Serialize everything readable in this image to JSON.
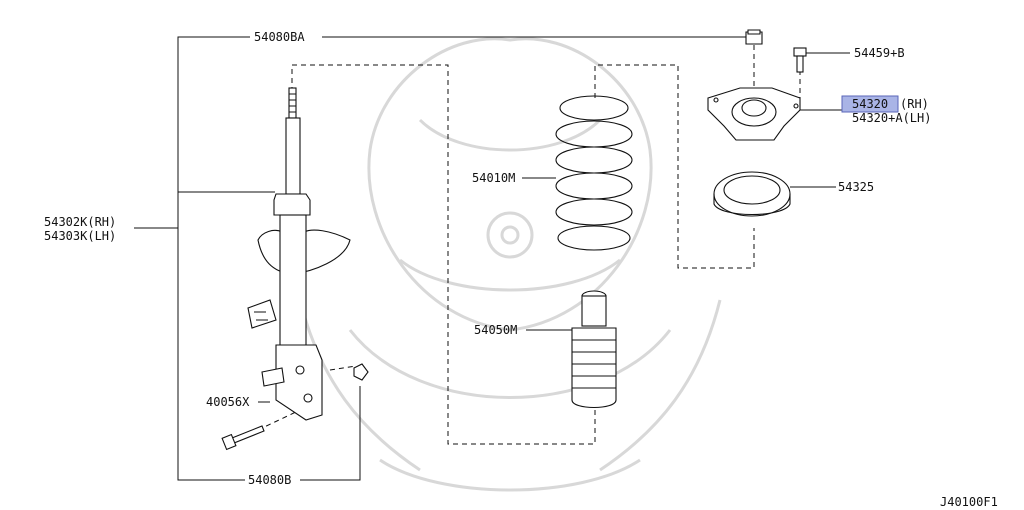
{
  "diagram": {
    "figure_id": "J40100F1",
    "callouts": {
      "p54080BA": "54080BA",
      "p54459B": "54459+B",
      "p54320_rh": "54320",
      "p54320_rh_suffix": "(RH)",
      "p54320A_lh": "54320+A(LH)",
      "p54325": "54325",
      "p54010M": "54010M",
      "p54050M": "54050M",
      "p54302K": "54302K(RH)",
      "p54303K": "54303K(LH)",
      "p40056X": "40056X",
      "p54080B": "54080B"
    },
    "highlight_color": "#a9b4e6"
  }
}
